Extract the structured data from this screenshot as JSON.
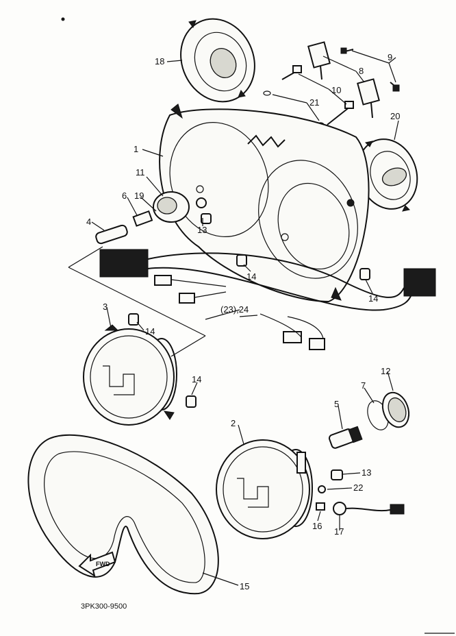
{
  "callouts": {
    "c1": "1",
    "c2": "2",
    "c3": "3",
    "c4": "4",
    "c5": "5",
    "c6": "6",
    "c7": "7",
    "c8": "8",
    "c9": "9",
    "c10": "10",
    "c11": "11",
    "c12": "12",
    "c13a": "13",
    "c13b": "13",
    "c14a": "14",
    "c14b": "14",
    "c14c": "14",
    "c14d": "14",
    "c15": "15",
    "c16": "16",
    "c17": "17",
    "c18": "18",
    "c19": "19",
    "c20": "20",
    "c21": "21",
    "c22": "22",
    "c23_24": "(23),24"
  },
  "diagram_code": "3PK300-9500",
  "forward_label": "FWD"
}
